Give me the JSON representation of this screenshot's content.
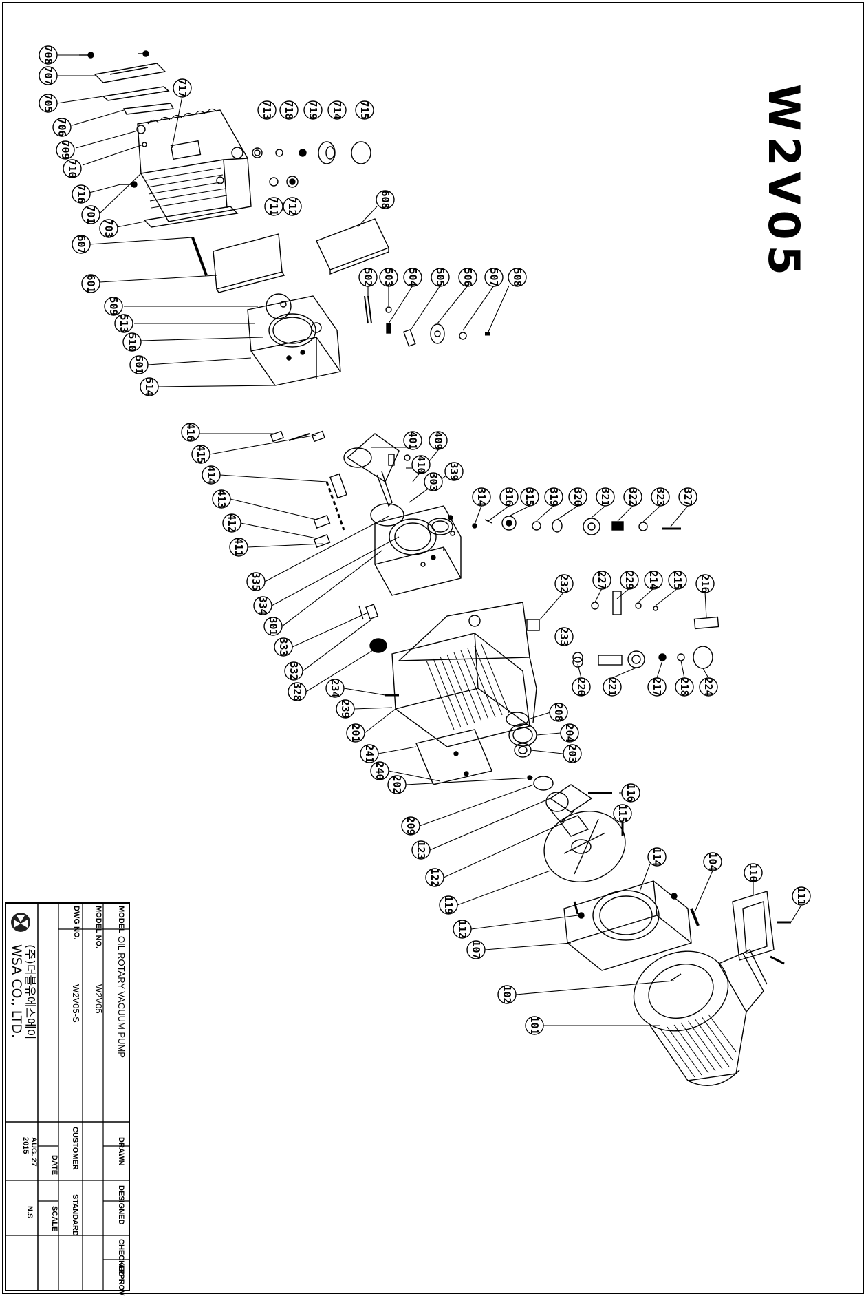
{
  "drawing": {
    "model_title": "W2V05",
    "colors": {
      "ink": "#000000",
      "paper": "#ffffff",
      "logo": "#222222"
    }
  },
  "parts": [
    {
      "id": "708"
    },
    {
      "id": "707"
    },
    {
      "id": "705"
    },
    {
      "id": "706"
    },
    {
      "id": "709"
    },
    {
      "id": "710"
    },
    {
      "id": "716"
    },
    {
      "id": "701"
    },
    {
      "id": "703"
    },
    {
      "id": "717"
    },
    {
      "id": "713"
    },
    {
      "id": "718"
    },
    {
      "id": "719"
    },
    {
      "id": "714"
    },
    {
      "id": "715"
    },
    {
      "id": "711"
    },
    {
      "id": "712"
    },
    {
      "id": "608"
    },
    {
      "id": "607"
    },
    {
      "id": "601"
    },
    {
      "id": "509"
    },
    {
      "id": "513"
    },
    {
      "id": "510"
    },
    {
      "id": "501"
    },
    {
      "id": "514"
    },
    {
      "id": "502"
    },
    {
      "id": "503"
    },
    {
      "id": "504"
    },
    {
      "id": "505"
    },
    {
      "id": "506"
    },
    {
      "id": "507"
    },
    {
      "id": "508"
    },
    {
      "id": "416"
    },
    {
      "id": "415"
    },
    {
      "id": "414"
    },
    {
      "id": "413"
    },
    {
      "id": "412"
    },
    {
      "id": "411"
    },
    {
      "id": "401"
    },
    {
      "id": "410"
    },
    {
      "id": "409"
    },
    {
      "id": "303"
    },
    {
      "id": "339"
    },
    {
      "id": "335"
    },
    {
      "id": "334"
    },
    {
      "id": "301"
    },
    {
      "id": "333"
    },
    {
      "id": "332"
    },
    {
      "id": "328"
    },
    {
      "id": "314"
    },
    {
      "id": "316"
    },
    {
      "id": "315"
    },
    {
      "id": "319"
    },
    {
      "id": "320"
    },
    {
      "id": "321"
    },
    {
      "id": "322"
    },
    {
      "id": "323"
    },
    {
      "id": "327"
    },
    {
      "id": "232"
    },
    {
      "id": "233"
    },
    {
      "id": "227"
    },
    {
      "id": "229"
    },
    {
      "id": "214"
    },
    {
      "id": "215"
    },
    {
      "id": "216"
    },
    {
      "id": "220"
    },
    {
      "id": "221"
    },
    {
      "id": "217"
    },
    {
      "id": "218"
    },
    {
      "id": "224"
    },
    {
      "id": "234"
    },
    {
      "id": "239"
    },
    {
      "id": "201"
    },
    {
      "id": "241"
    },
    {
      "id": "240"
    },
    {
      "id": "208"
    },
    {
      "id": "204"
    },
    {
      "id": "203"
    },
    {
      "id": "202"
    },
    {
      "id": "209"
    },
    {
      "id": "123"
    },
    {
      "id": "122"
    },
    {
      "id": "119"
    },
    {
      "id": "116"
    },
    {
      "id": "115"
    },
    {
      "id": "114"
    },
    {
      "id": "112"
    },
    {
      "id": "107"
    },
    {
      "id": "104"
    },
    {
      "id": "110"
    },
    {
      "id": "111"
    },
    {
      "id": "102"
    },
    {
      "id": "101"
    }
  ],
  "title_block": {
    "model_label": "MODEL",
    "model_value": "OIL ROTARY VACUUM PUMP",
    "model_no_label": "MODEL NO.",
    "model_no_value": "W2V05",
    "dwg_no_label": "DWG NO.",
    "dwg_no_value": "W2V05-S",
    "company_korean": "(주)더블유에스에이",
    "company_english": "WSA CO., LTD.",
    "drawn_label": "DRAWN",
    "designed_label": "DESIGNED",
    "checked_label": "CHECKED",
    "approved_label": "APPROVED",
    "customer_label": "CUSTOMER",
    "customer_value": "STANDARD",
    "date_label": "DATE",
    "date_value_line1": "AUG. 27",
    "date_value_line2": "2015",
    "scale_label": "SCALE",
    "scale_value": "N.S"
  }
}
